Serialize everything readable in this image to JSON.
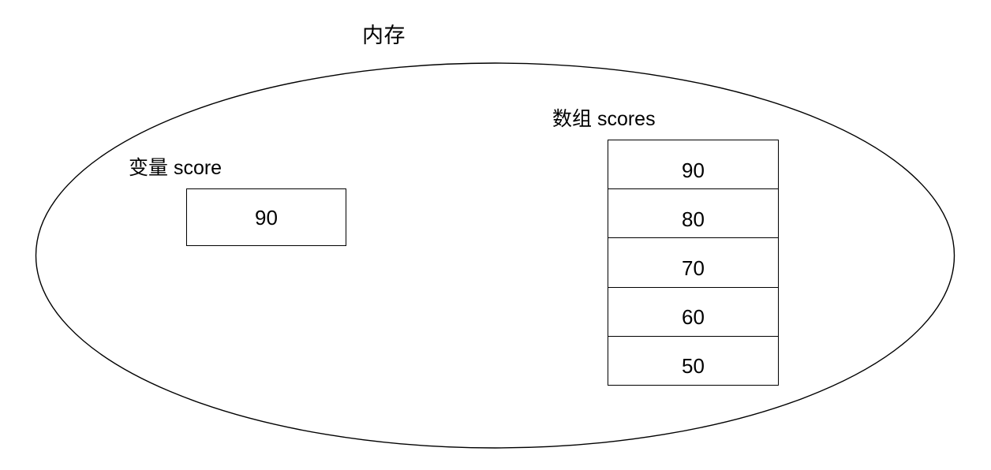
{
  "diagram": {
    "title": "内存",
    "background_color": "#ffffff",
    "stroke_color": "#000000",
    "container_shape": "ellipse"
  },
  "variable": {
    "label": "变量 score",
    "value": "90"
  },
  "array": {
    "label": "数组 scores",
    "cells": [
      {
        "value": "90"
      },
      {
        "value": "80"
      },
      {
        "value": "70"
      },
      {
        "value": "60"
      },
      {
        "value": "50"
      }
    ]
  }
}
